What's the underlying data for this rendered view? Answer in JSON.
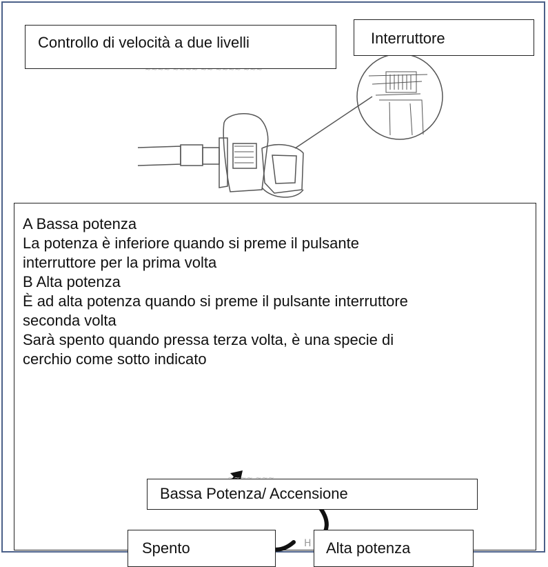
{
  "header": {
    "speed_label": "Controllo di velocità a due livelli",
    "switch_label": "Interruttore"
  },
  "description": {
    "lines": [
      "A Bassa potenza",
      "La potenza è inferiore quando si preme il pulsante",
      "interruttore per la prima volta",
      "B Alta potenza",
      "È ad alta potenza quando si preme il pulsante interruttore",
      "seconda volta",
      "Sarà spento quando pressa terza volta, è una specie di",
      "cerchio come sotto indicato"
    ]
  },
  "cycle": {
    "top": "Bassa Potenza/ Accensione",
    "left": "Spento",
    "right": "Alta potenza"
  },
  "illustration": {
    "icon": "vacuum-handheld-illustration",
    "detail_icon": "switch-detail-magnifier"
  }
}
